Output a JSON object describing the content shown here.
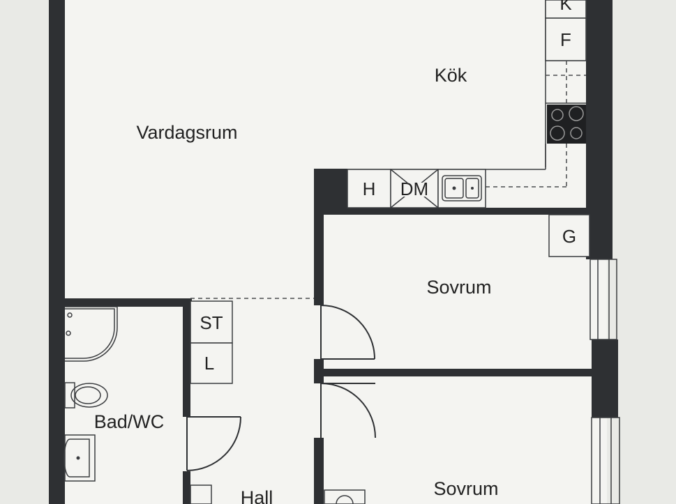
{
  "rooms": {
    "kitchen": "Kök",
    "living_room": "Vardagsrum",
    "bedroom_1": "Sovrum",
    "bedroom_2": "Sovrum",
    "bathroom": "Bad/WC",
    "hall": "Hall"
  },
  "fixtures": {
    "k": "K",
    "f": "F",
    "h": "H",
    "dm": "DM",
    "g": "G",
    "st": "ST",
    "l": "L"
  },
  "colors": {
    "wall": "#2e3033",
    "paper": "#e9eae6",
    "floor": "#f4f4f1"
  }
}
